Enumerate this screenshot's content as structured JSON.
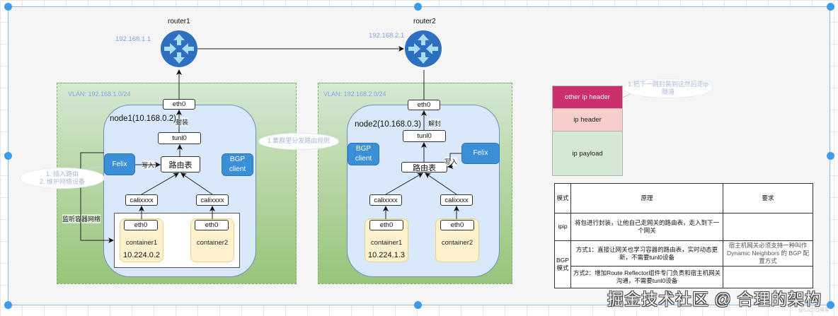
{
  "routers": [
    {
      "name": "router1",
      "ip": "192.168.1.1"
    },
    {
      "name": "router2",
      "ip": "192.168.2.1"
    }
  ],
  "vlans": [
    {
      "label": "VLAN: 192.168.1.0/24"
    },
    {
      "label": "VLAN: 192.168.2.0/24"
    }
  ],
  "node1": {
    "title": "node1(10.168.0.2)",
    "eth0": "eth0",
    "encap_label": "封装",
    "tunl0": "tunl0",
    "route_table": "路由表",
    "felix": "Felix",
    "write_label": "写入",
    "bgp_client": [
      "BGP",
      "client"
    ],
    "cali1": "calixxxx",
    "cali2": "calixxxx",
    "monitor_label": "监听容器网络",
    "containers": [
      {
        "eth": "eth0",
        "name": "container1",
        "ip": "10.224.0.2"
      },
      {
        "eth": "eth0",
        "name": "container2",
        "ip": ""
      }
    ]
  },
  "node2": {
    "title": "node2(10.168.0.3)",
    "eth0": "eth0",
    "decap_label": "解封",
    "tunl0": "tunl0",
    "route_table": "路由表",
    "felix": "Felix",
    "write_label": "写入",
    "bgp_client": [
      "BGP",
      "client"
    ],
    "cali1": "calixxxx",
    "cali2": "calixxxx",
    "containers": [
      {
        "eth": "eth0",
        "name": "container1",
        "ip": "10.224.1.3"
      },
      {
        "eth": "eth0",
        "name": "container2",
        "ip": ""
      }
    ]
  },
  "callouts": {
    "felix_note": [
      "1. 插入路由",
      "2. 维护网络设备"
    ],
    "bgp_note": "1.集群里分发路由规则",
    "packet_note": [
      "1.把下一跳封装到这然后走ip",
      "隧道"
    ]
  },
  "packet": {
    "layers": [
      {
        "label": "other ip header",
        "color": "#cc2f6e",
        "text_color": "#ffffff"
      },
      {
        "label": "ip header",
        "color": "#f8cecc",
        "text_color": "#222222"
      },
      {
        "label": "ip payload",
        "color": "#d5e8d4",
        "text_color": "#222222"
      }
    ]
  },
  "mode_table": {
    "headers": [
      "模式",
      "原理",
      "要求"
    ],
    "ipip": {
      "mode": "ipip",
      "principle": "将包进行封装，让他自己走网关的路由表，走入到下一个网关",
      "requirement": ""
    },
    "bgp": {
      "mode": "BGP模式",
      "method1": "方式1：直接让网关也学习容器的路由表，实时动态更新，不需要tunl0设备",
      "method1_requirement": "宿主机网关必须支持一种叫作 Dynamic Neighbors 的 BGP 配置方式",
      "method2": "方式2：增加Route Reflector组件专门负责和宿主机网关沟通，不需要tunl0设备",
      "method2_requirement": ""
    }
  },
  "watermark": "掘金技术社区 @ 合理的架构",
  "credit": "@51CTO博客",
  "colors": {
    "router_blue": "#2f6fbf",
    "felix_blue": "#3b8fd6",
    "vlan_green": "#97c47a",
    "node_blue": "#dae8fc",
    "container_yellow": "#fff2cc",
    "selection_blue": "#3d9be9"
  }
}
